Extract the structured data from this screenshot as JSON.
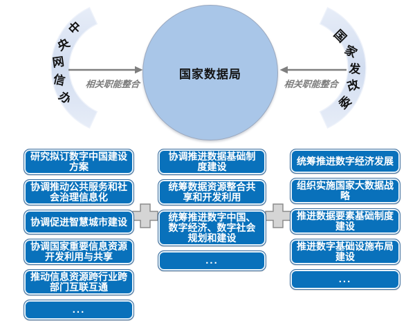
{
  "merge_diagram": {
    "center_label": "国家数据局",
    "left_source": "中央网信办",
    "right_source": "国家发改委",
    "left_arrow_label": "相关职能整合",
    "right_arrow_label": "相关职能整合",
    "ellipsis": "...",
    "columns": {
      "left": [
        "研究拟订数字中国建设方案",
        "协调推动公共服务和社会治理信息化",
        "协调促进智慧城市建设",
        "协调国家重要信息资源开发利用与共享",
        "推动信息资源跨行业跨部门互联互通",
        "..."
      ],
      "middle": [
        "协调推进数据基础制度建设",
        "统筹数据资源整合共享和开发利用",
        "统筹推进数字中国、数字经济、数字社会规划和建设",
        "..."
      ],
      "right": [
        "统筹推进数字经济发展",
        "组织实施国家大数据战略",
        "推进数据要素基础制度建设",
        "推进数字基础设施布局建设",
        "..."
      ]
    },
    "colors": {
      "function_box_blue": "#0971bb",
      "center_circle_blue": "#a9c6e8",
      "ring_light_blue": "#d9e2f3",
      "arrow_gray": "#7f7f7f",
      "plus_gray": "#d5d5d5"
    }
  }
}
